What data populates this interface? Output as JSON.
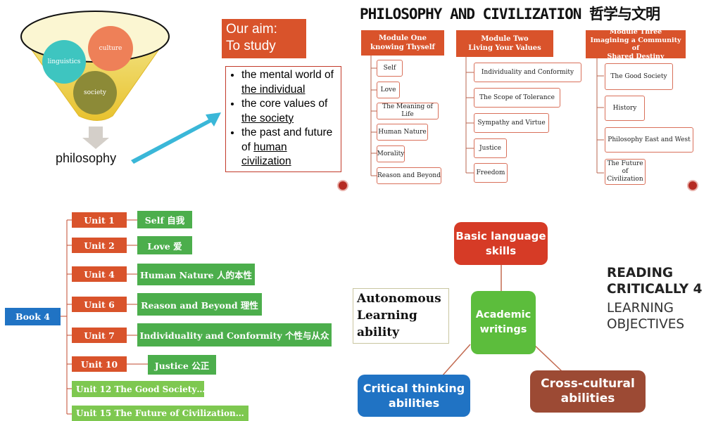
{
  "funnel": {
    "circles": [
      "linguistics",
      "culture",
      "society"
    ],
    "output_label": "philosophy"
  },
  "aim": {
    "title": "Our aim:\nTo study",
    "items": [
      {
        "prefix": "the mental world of ",
        "underlined": "the individual",
        "suffix": ""
      },
      {
        "prefix": "the core values of ",
        "underlined": "the society",
        "suffix": ""
      },
      {
        "prefix": "the past and future of ",
        "underlined": "human civilization",
        "suffix": ""
      }
    ]
  },
  "philosophy_chart": {
    "title": "PHILOSOPHY AND CIVILIZATION 哲学与文明",
    "modules": [
      {
        "heading": "Module One\nknowing Thyself",
        "items": [
          "Self",
          "Love",
          "The Meaning of Life",
          "Human Nature",
          "Morality",
          "Reason and Beyond"
        ]
      },
      {
        "heading": "Module Two\nLiving Your Values",
        "items": [
          "Individuality and Conformity",
          "The Scope of Tolerance",
          "Sympathy and Virtue",
          "Justice",
          "Freedom"
        ]
      },
      {
        "heading": "Module Three\nImagining a Community of\nShared Destiny",
        "items": [
          "The Good Society",
          "History",
          "Philosophy East and West",
          "The Future\nof\nCivilization"
        ]
      }
    ]
  },
  "book_tree": {
    "root": "Book 4",
    "units": [
      {
        "unit": "Unit 1",
        "topic": "Self 自我"
      },
      {
        "unit": "Unit 2",
        "topic": "Love 爱"
      },
      {
        "unit": "Unit 4",
        "topic": "Human Nature 人的本性"
      },
      {
        "unit": "Unit 6",
        "topic": "Reason and Beyond 理性"
      },
      {
        "unit": "Unit 7",
        "topic": "Individuality and Conformity 个性与从众"
      },
      {
        "unit": "Unit 10",
        "topic": "Justice 公正"
      }
    ],
    "extra": [
      "Unit  12 The Good Society…",
      "Unit 15   The Future of  Civilization…"
    ]
  },
  "objectives": {
    "heading_bold": "READING\nCRITICALLY 4",
    "heading_light": "LEARNING\nOBJECTIVES",
    "autonomous": "Autonomous\nLearning\nability",
    "center": "Academic\nwritings",
    "top": "Basic language\nskills",
    "left": "Critical thinking\nabilities",
    "right": "Cross-cultural\nabilities",
    "colors": {
      "center": "#5cbd3c",
      "top": "#d63b26",
      "left": "#2073c4",
      "right": "#9c4a34"
    }
  }
}
